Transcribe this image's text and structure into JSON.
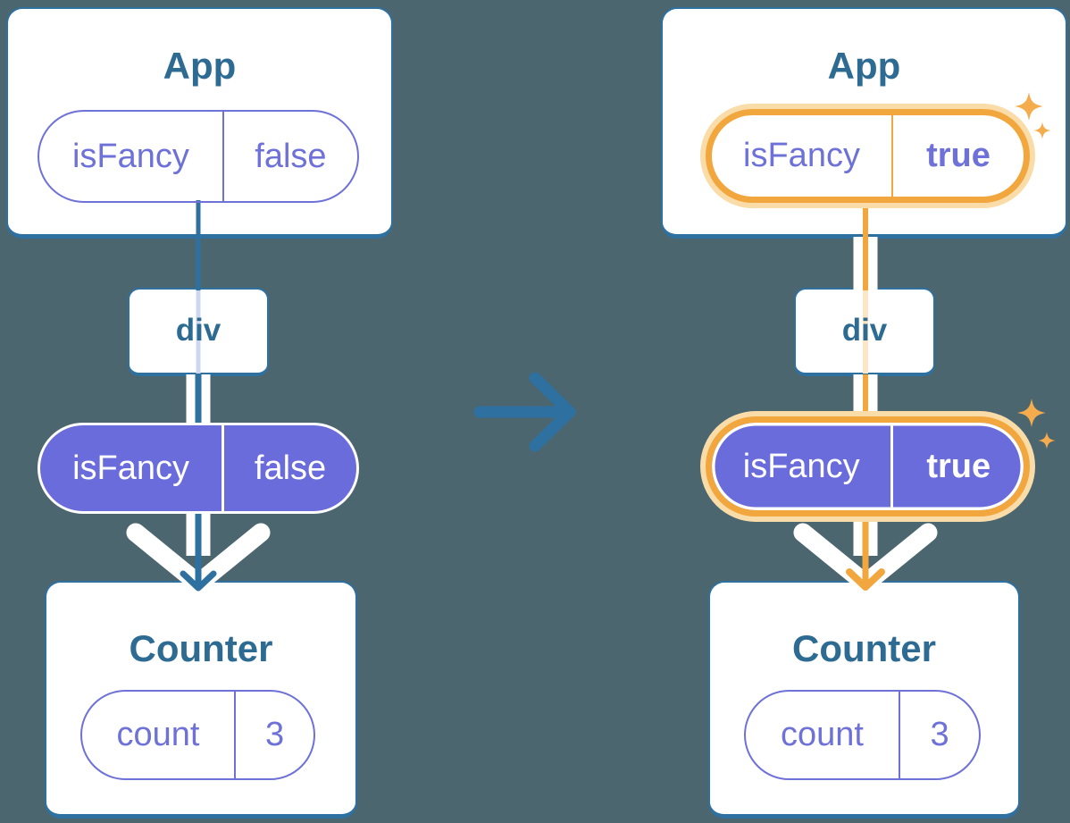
{
  "colors": {
    "bg": "#4C6670",
    "line-blue": "#2E70A0",
    "title-blue": "#2D6B93",
    "purple-fill": "#6B6CDC",
    "purple-line": "#6E71D8",
    "lavender-line": "#CDD8F0",
    "orange": "#F2A73E",
    "orange-glow": "#FADCA8",
    "orange-faint": "#FBE6C6",
    "sparkle": "#F4AC4D",
    "white": "#FFFFFF"
  },
  "icons": {
    "transition": "arrow-right-icon",
    "highlight": "sparkle-icon"
  },
  "before": {
    "app": {
      "title": "App",
      "prop": {
        "key": "isFancy",
        "value": "false"
      }
    },
    "container": {
      "title": "div"
    },
    "passed_prop": {
      "key": "isFancy",
      "value": "false"
    },
    "counter": {
      "title": "Counter",
      "state": {
        "key": "count",
        "value": "3"
      }
    }
  },
  "after": {
    "app": {
      "title": "App",
      "prop": {
        "key": "isFancy",
        "value": "true"
      }
    },
    "container": {
      "title": "div"
    },
    "passed_prop": {
      "key": "isFancy",
      "value": "true"
    },
    "counter": {
      "title": "Counter",
      "state": {
        "key": "count",
        "value": "3"
      }
    }
  }
}
